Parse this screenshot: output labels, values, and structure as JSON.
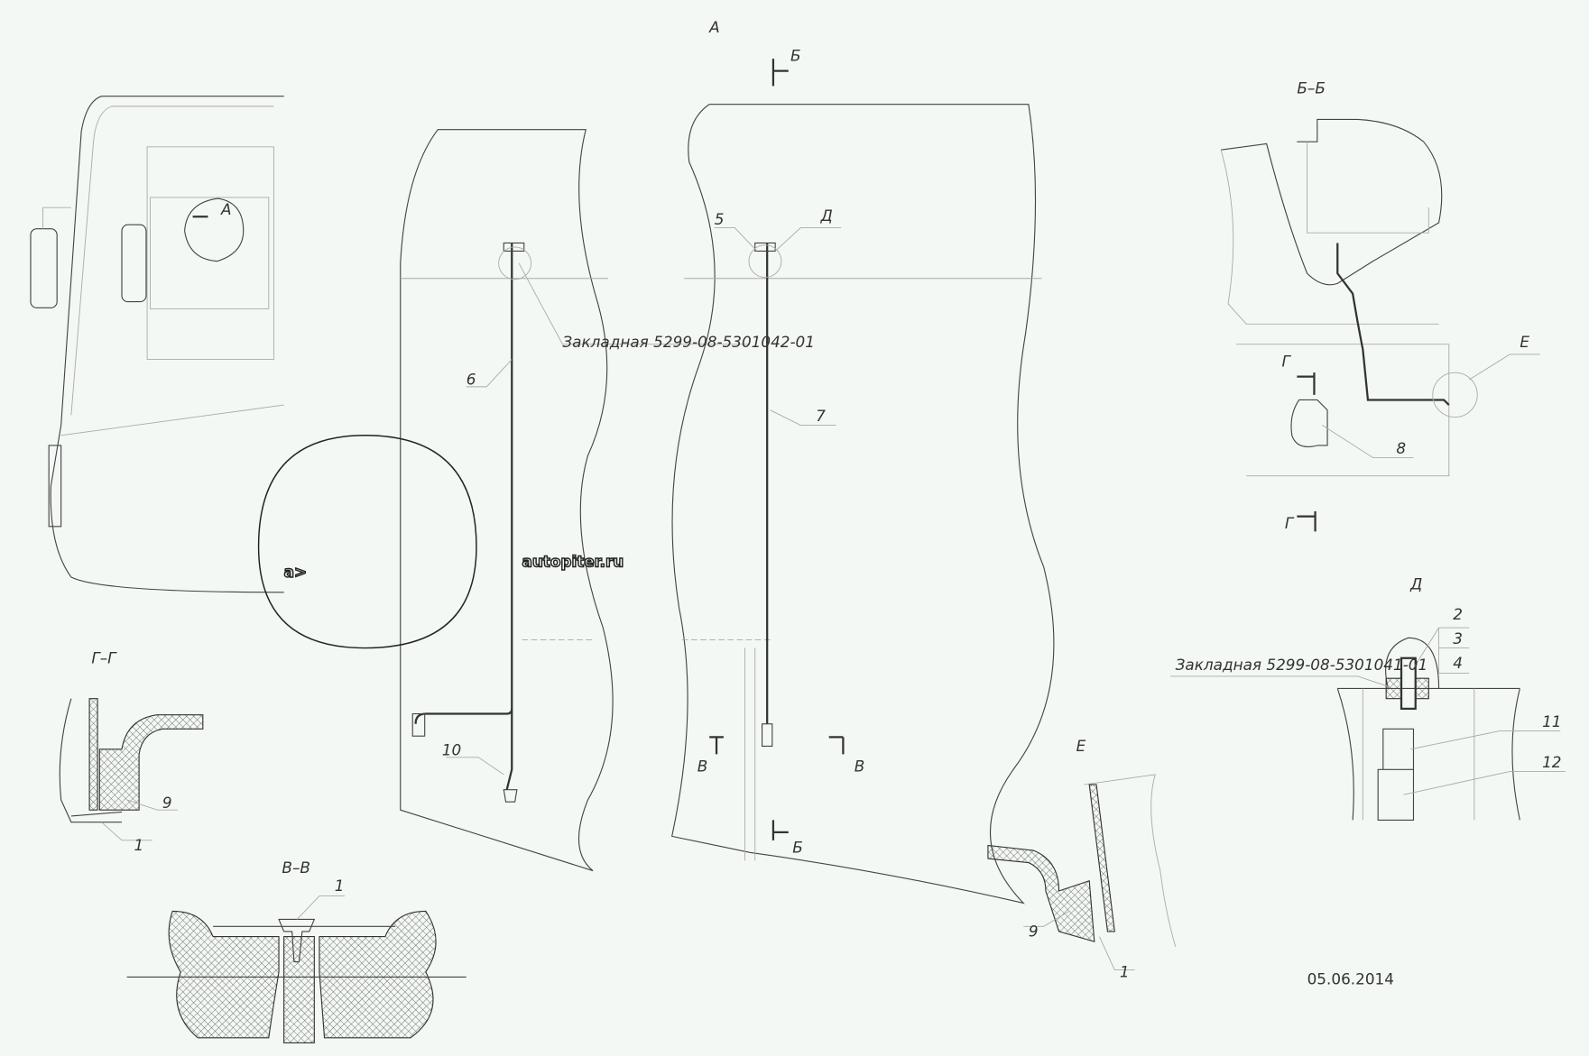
{
  "drawing": {
    "view_a_label": "А",
    "cab_view_label": "А",
    "section_b_top": "Б",
    "section_b_bottom": "Б",
    "section_bb_title": "Б–Б",
    "section_g_marker": "Г",
    "section_g_marker2": "Г",
    "detail_e_marker": "Е",
    "detail_d_marker": "Д",
    "section_v_left": "В",
    "section_v_right": "В",
    "section_gg_title": "Г–Г",
    "section_vv_title": "В–В",
    "detail_e_title": "Е",
    "detail_d_title": "Д",
    "insert_label_1": "Закладная 5299-08-5301042-01",
    "insert_label_2": "Закладная 5299-08-5301041-01",
    "date": "05.06.2014",
    "positions": {
      "p1a": "1",
      "p1b": "1",
      "p1c": "1",
      "p2": "2",
      "p3": "3",
      "p4": "4",
      "p5": "5",
      "p6": "6",
      "p7": "7",
      "p8": "8",
      "p9a": "9",
      "p9b": "9",
      "p10": "10",
      "p11": "11",
      "p12": "12"
    }
  },
  "watermark": {
    "logo_text": "a>",
    "site_text": "autopiter.ru"
  },
  "colors": {
    "background": "#f3f8f4",
    "line": "#444444"
  }
}
